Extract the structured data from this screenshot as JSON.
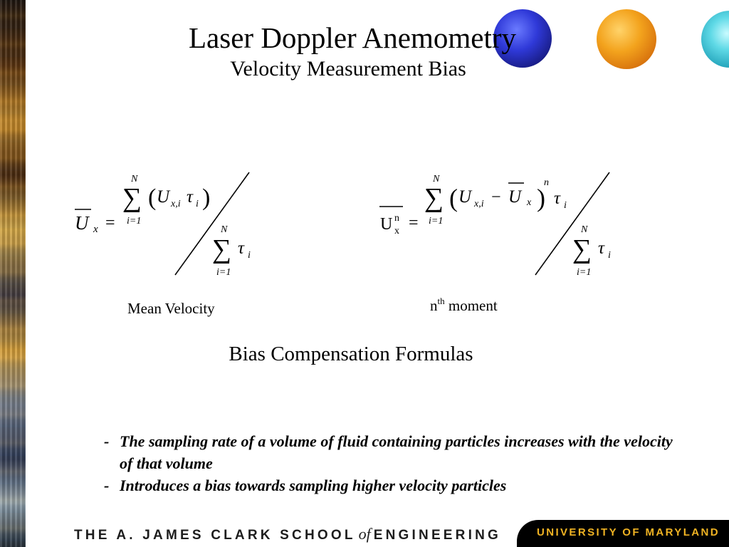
{
  "title": "Laser Doppler Anemometry",
  "subtitle": "Velocity Measurement Bias",
  "formulas": {
    "mean_velocity": {
      "caption": "Mean Velocity",
      "lhs_symbol": "U",
      "lhs_subscript": "x",
      "equals": "=",
      "sum_upper": "N",
      "sum_lower": "i=1",
      "numerator_term_U": "U",
      "numerator_term_sub": "x,i",
      "tau": "τ",
      "tau_sub": "i",
      "paren_open": "(",
      "paren_close": ")",
      "sigma": "∑"
    },
    "nth_moment": {
      "caption_base": "n",
      "caption_sup": "th",
      "caption_rest": "moment",
      "lhs_symbol": "U",
      "lhs_superscript": "n",
      "lhs_subscript": "x",
      "equals": "=",
      "sum_upper": "N",
      "sum_lower": "i=1",
      "numerator_term_U": "U",
      "numerator_term_sub": "x,i",
      "minus": "−",
      "mean_U": "U",
      "mean_sub": "x",
      "power": "n",
      "tau": "τ",
      "tau_sub": "i",
      "paren_open": "(",
      "paren_close": ")",
      "sigma": "∑"
    }
  },
  "section_heading": "Bias Compensation Formulas",
  "bullets": [
    {
      "dash": "-",
      "text": "The sampling rate of a volume of fluid containing particles increases with the velocity of that volume"
    },
    {
      "dash": "-",
      "text": "Introduces a bias towards sampling higher velocity particles"
    }
  ],
  "footer": {
    "left_part1": "THE A. JAMES CLARK SCHOOL",
    "left_of": "of",
    "left_part2": "ENGINEERING",
    "right": "UNIVERSITY OF MARYLAND"
  },
  "colors": {
    "footer_right_text": "#f0b323",
    "orb_blue": "#2f39d8",
    "orb_orange": "#f3a31d",
    "orb_cyan": "#5fd9e6"
  }
}
